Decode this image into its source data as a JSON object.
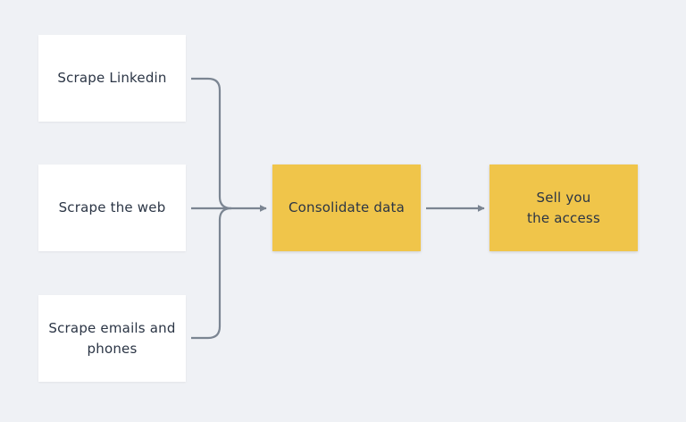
{
  "colors": {
    "background": "#eff1f5",
    "source_box": "#ffffff",
    "process_box": "#f0c54a",
    "connector": "#7b8592",
    "text": "#2b3545"
  },
  "nodes": {
    "scrape_linkedin": "Scrape Linkedin",
    "scrape_web": "Scrape the web",
    "scrape_emails": "Scrape emails and\nphones",
    "consolidate": "Consolidate data",
    "sell": "Sell you\nthe access"
  }
}
